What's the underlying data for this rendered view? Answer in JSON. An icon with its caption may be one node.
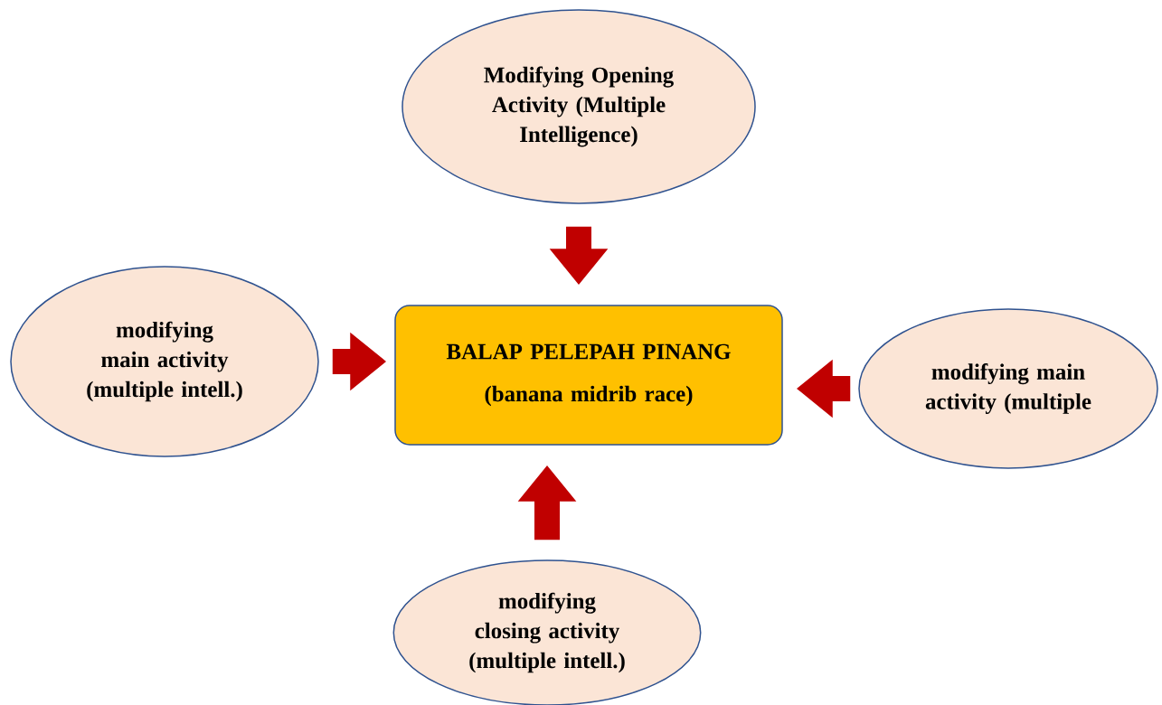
{
  "diagram": {
    "nodes": [
      {
        "text": [
          "Modifying Opening Activity (Multiple Intelligence)"
        ]
      },
      {
        "text": [
          "modifying main activity (multiple intell.)"
        ]
      },
      {
        "text": [
          "BALAP PELEPAH PINANG",
          "(banana midrib race)"
        ]
      },
      {
        "text": [
          "modifying main activity (multiple"
        ]
      },
      {
        "text": [
          "modifying closing activity (multiple intell.)"
        ]
      }
    ],
    "edges": [
      {
        "from": 0,
        "to": 2,
        "arrow": "to"
      },
      {
        "from": 1,
        "to": 2,
        "arrow": "to"
      },
      {
        "from": 3,
        "to": 2,
        "arrow": "to"
      },
      {
        "from": 4,
        "to": 2,
        "arrow": "to"
      }
    ]
  }
}
